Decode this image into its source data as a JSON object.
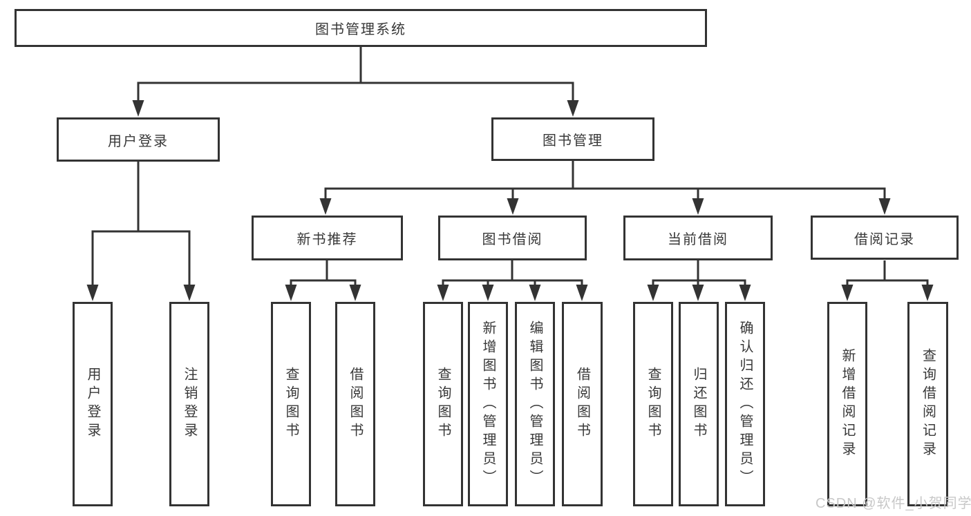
{
  "theme": {
    "line_color": "#333333",
    "box_fill": "#ffffff",
    "text_color": "#383838",
    "watermark_color": "#c8c8c8"
  },
  "tree": {
    "root": {
      "label": "图书管理系统"
    },
    "branches": [
      {
        "label": "用户登录",
        "children": [
          {
            "label": "用户登录"
          },
          {
            "label": "注销登录"
          }
        ]
      },
      {
        "label": "图书管理",
        "children": [
          {
            "label": "新书推荐",
            "children": [
              {
                "label": "查询图书"
              },
              {
                "label": "借阅图书"
              }
            ]
          },
          {
            "label": "图书借阅",
            "children": [
              {
                "label": "查询图书"
              },
              {
                "label": "新增图书（管理员）"
              },
              {
                "label": "编辑图书（管理员）"
              },
              {
                "label": "借阅图书"
              }
            ]
          },
          {
            "label": "当前借阅",
            "children": [
              {
                "label": "查询图书"
              },
              {
                "label": "归还图书"
              },
              {
                "label": "确认归还（管理员）"
              }
            ]
          },
          {
            "label": "借阅记录",
            "children": [
              {
                "label": "新增借阅记录"
              },
              {
                "label": "查询借阅记录"
              }
            ]
          }
        ]
      }
    ]
  },
  "watermark": {
    "text": "CSDN @软件_小贺同学"
  }
}
